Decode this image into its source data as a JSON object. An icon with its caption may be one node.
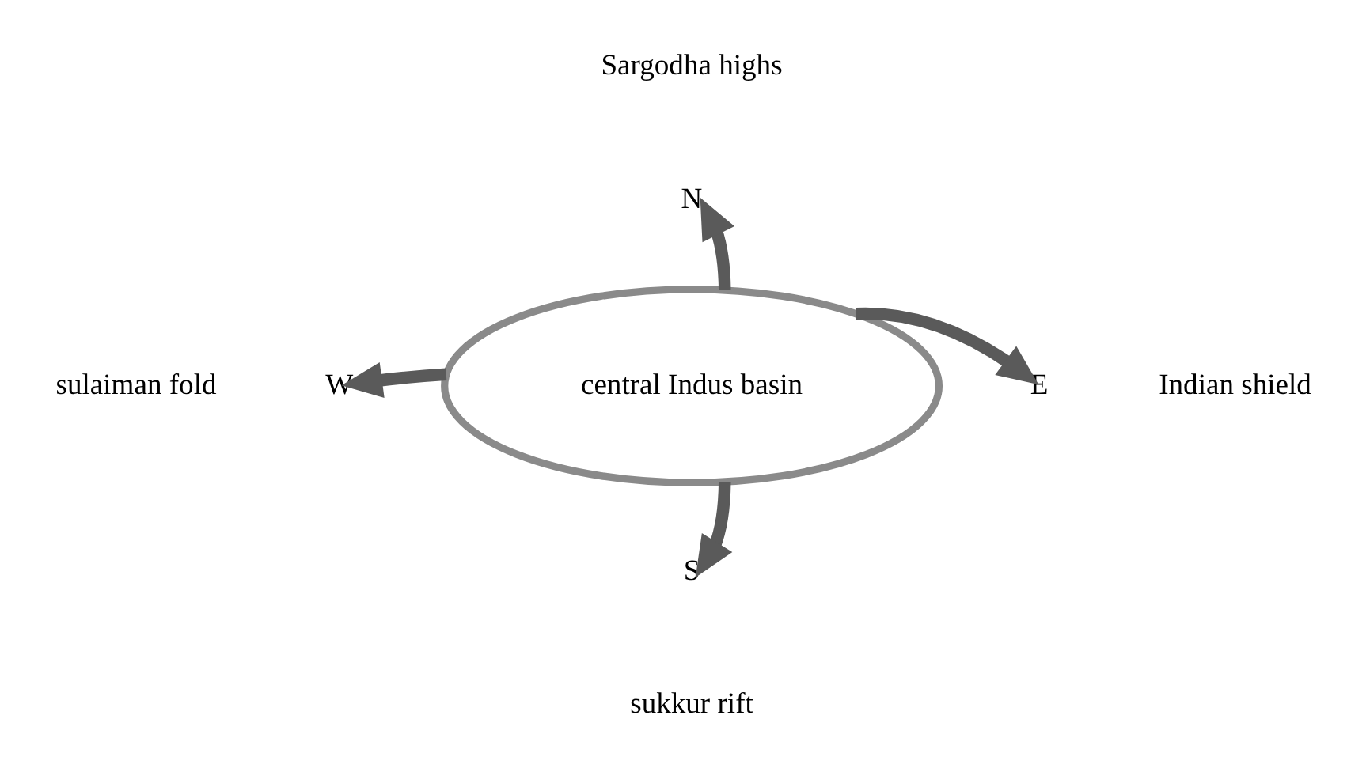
{
  "diagram": {
    "nodes": [
      {
        "text": [
          "central Indus basin"
        ]
      },
      {
        "text": [
          "N"
        ],
        "beside": [
          "Sargodha highs"
        ]
      },
      {
        "text": [
          "W"
        ],
        "beside": [
          "sulaiman fold"
        ]
      },
      {
        "text": [
          "E"
        ],
        "beside": [
          "Indian shield"
        ]
      },
      {
        "text": [
          "S"
        ],
        "beside": [
          "sukkur rift"
        ]
      }
    ],
    "edges": [
      {
        "from": 0,
        "to": 1,
        "arrow": "to"
      },
      {
        "from": 0,
        "to": 2,
        "arrow": "to"
      },
      {
        "from": 0,
        "to": 3,
        "arrow": "to"
      },
      {
        "from": 0,
        "to": 4,
        "arrow": "to"
      }
    ]
  }
}
